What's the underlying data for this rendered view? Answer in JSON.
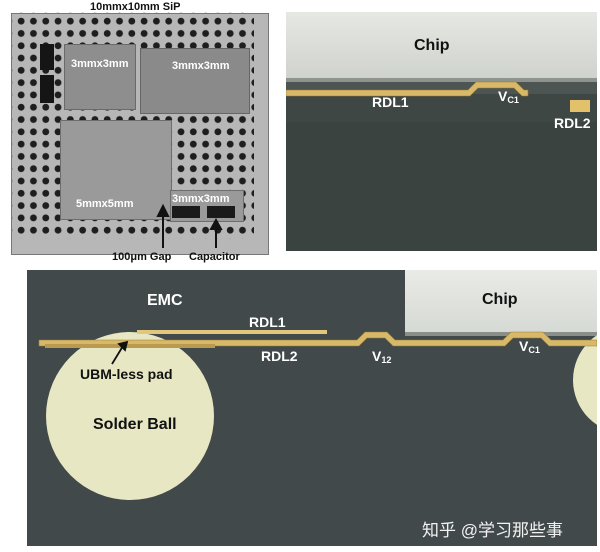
{
  "figure": {
    "top_left": {
      "title": "10mmx10mm SiP",
      "die_labels": [
        "3mmx3mm",
        "3mmx3mm",
        "5mmx5mm",
        "3mmx3mm"
      ],
      "gap_label": "100μm Gap",
      "capacitor_label": "Capacitor"
    },
    "top_right": {
      "chip": "Chip",
      "rdl1": "RDL1",
      "via_main": "V",
      "via_sub": "C1",
      "rdl2": "RDL2"
    },
    "bottom": {
      "emc": "EMC",
      "chip": "Chip",
      "rdl1": "RDL1",
      "rdl2": "RDL2",
      "via12_main": "V",
      "via12_sub": "12",
      "viac1_main": "V",
      "viac1_sub": "C1",
      "ubm": "UBM-less pad",
      "solder": "Solder Ball"
    },
    "watermark": "知乎 @学习那些事"
  },
  "colors": {
    "package_gray": "#b7b7b7",
    "micrograph_dark": "#3e4744",
    "chip_face": "#dfe1dc",
    "copper_trace": "#d8b869",
    "solder_ball": "#e8e7c3"
  }
}
